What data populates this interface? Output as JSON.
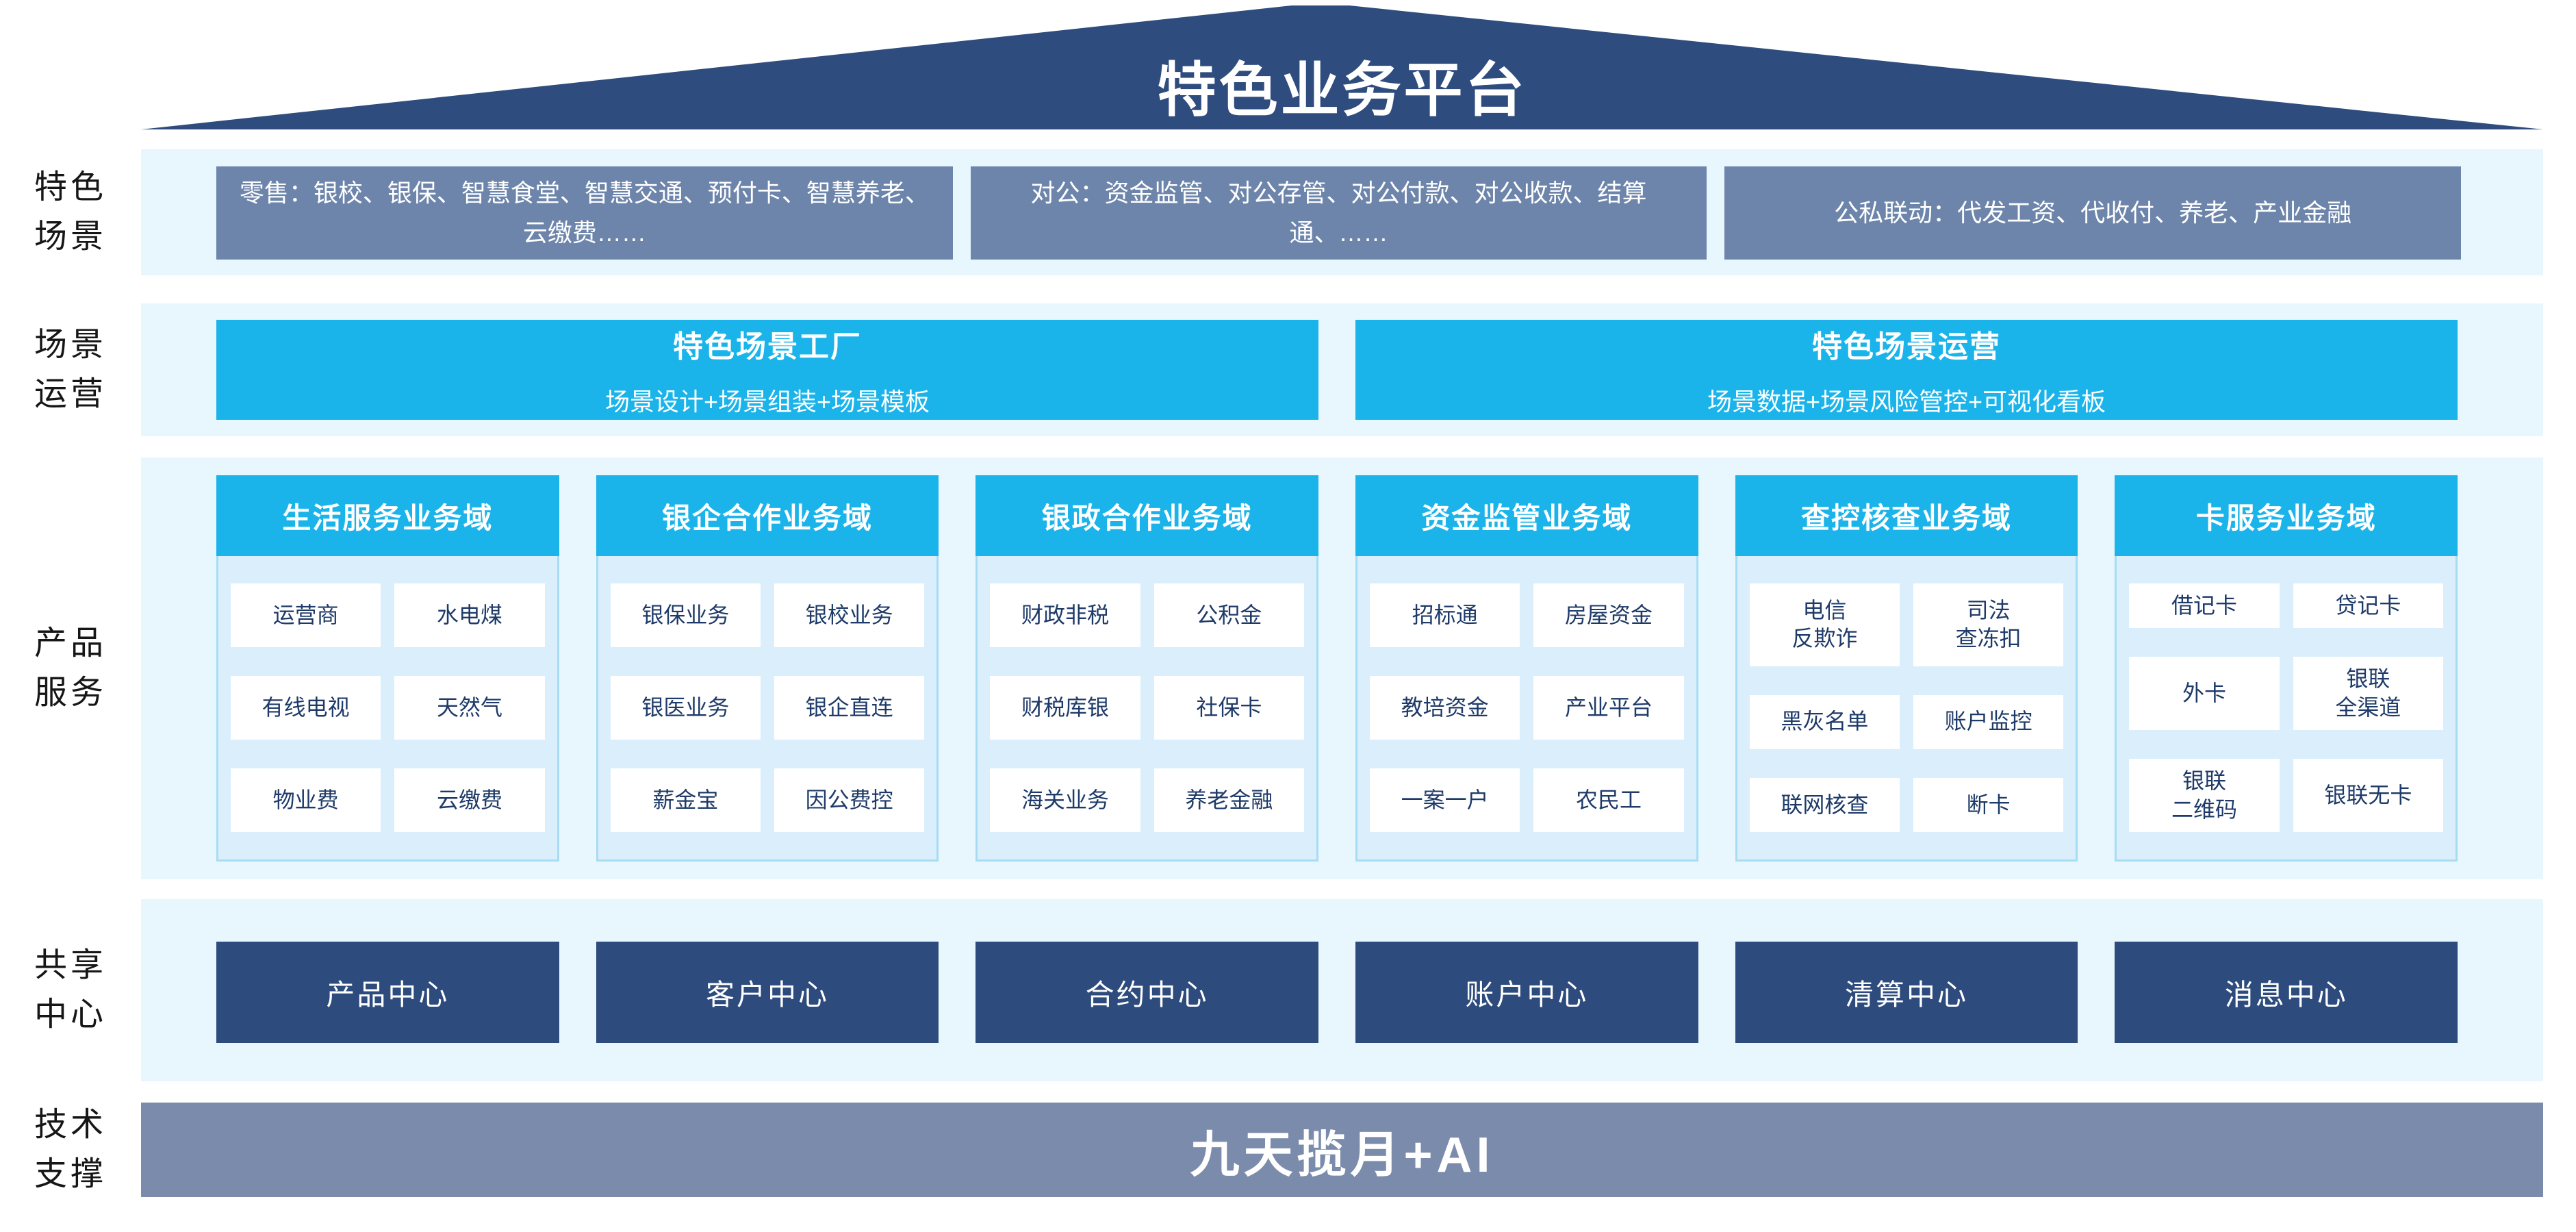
{
  "roof": {
    "title": "特色业务平台"
  },
  "rows": {
    "scenes": {
      "side_label": "特色\n场景",
      "boxes": [
        {
          "text": "零售：银校、银保、智慧食堂、智慧交通、预付卡、智慧养老、云缴费……"
        },
        {
          "text": "对公：资金监管、对公存管、对公付款、对公收款、结算通、……"
        },
        {
          "text": "公私联动：代发工资、代收付、养老、产业金融"
        }
      ]
    },
    "operations": {
      "side_label": "场景\n运营",
      "boxes": [
        {
          "title": "特色场景工厂",
          "subtitle": "场景设计+场景组装+场景模板"
        },
        {
          "title": "特色场景运营",
          "subtitle": "场景数据+场景风险管控+可视化看板"
        }
      ]
    },
    "products": {
      "side_label": "产品\n服务",
      "columns": [
        {
          "header": "生活服务业务域",
          "cells": [
            "运营商",
            "水电煤",
            "有线电视",
            "天然气",
            "物业费",
            "云缴费"
          ]
        },
        {
          "header": "银企合作业务域",
          "cells": [
            "银保业务",
            "银校业务",
            "银医业务",
            "银企直连",
            "薪金宝",
            "因公费控"
          ]
        },
        {
          "header": "银政合作业务域",
          "cells": [
            "财政非税",
            "公积金",
            "财税库银",
            "社保卡",
            "海关业务",
            "养老金融"
          ]
        },
        {
          "header": "资金监管业务域",
          "cells": [
            "招标通",
            "房屋资金",
            "教培资金",
            "产业平台",
            "一案一户",
            "农民工"
          ]
        },
        {
          "header": "查控核查业务域",
          "cells": [
            "电信\n反欺诈",
            "司法\n查冻扣",
            "黑灰名单",
            "账户监控",
            "联网核查",
            "断卡"
          ]
        },
        {
          "header": "卡服务业务域",
          "cells": [
            "借记卡",
            "贷记卡",
            "外卡",
            "银联\n全渠道",
            "银联\n二维码",
            "银联无卡"
          ]
        }
      ]
    },
    "shared": {
      "side_label": "共享\n中心",
      "boxes": [
        "产品中心",
        "客户中心",
        "合约中心",
        "账户中心",
        "清算中心",
        "消息中心"
      ]
    },
    "tech": {
      "side_label": "技术\n支撑",
      "banner": "九天揽月+AI"
    }
  },
  "colors": {
    "roof_navy": "#2f4c7e",
    "slate_box": "#6d85ab",
    "cyan": "#1ab4ea",
    "light_band": "#e8f6fe",
    "column_body": "#daeffb",
    "navy_box": "#2d4b7d",
    "tech_gray": "#7b8bab",
    "cell_text": "#1e3a68"
  }
}
